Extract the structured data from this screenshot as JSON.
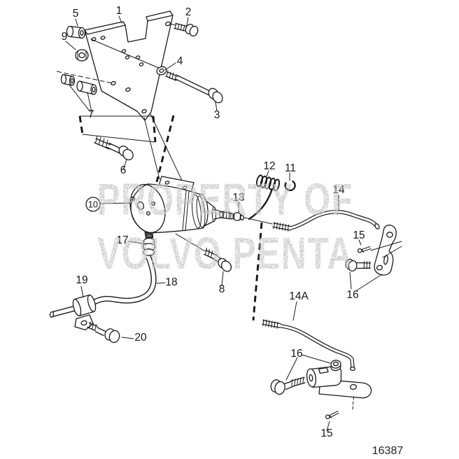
{
  "figure": {
    "type": "exploded-parts-diagram",
    "id_number": "16387",
    "watermark": {
      "line1": "PROPERTY OF",
      "line2": "VOLVO PENTA",
      "color": "#c6c6c6"
    },
    "colors": {
      "ink": "#1a1a1a",
      "background": "#ffffff"
    },
    "callouts": [
      {
        "text": "1"
      },
      {
        "text": "2"
      },
      {
        "text": "3"
      },
      {
        "text": "4"
      },
      {
        "text": "5"
      },
      {
        "text": "6"
      },
      {
        "text": "7"
      },
      {
        "text": "8"
      },
      {
        "text": "9"
      },
      {
        "text": "10"
      },
      {
        "text": "11"
      },
      {
        "text": "12"
      },
      {
        "text": "13"
      },
      {
        "text": "14"
      },
      {
        "text": "15"
      },
      {
        "text": "16"
      },
      {
        "text": "17"
      },
      {
        "text": "18"
      },
      {
        "text": "19"
      },
      {
        "text": "20"
      },
      {
        "text": "14A"
      },
      {
        "text": "16"
      },
      {
        "text": "15"
      }
    ]
  }
}
